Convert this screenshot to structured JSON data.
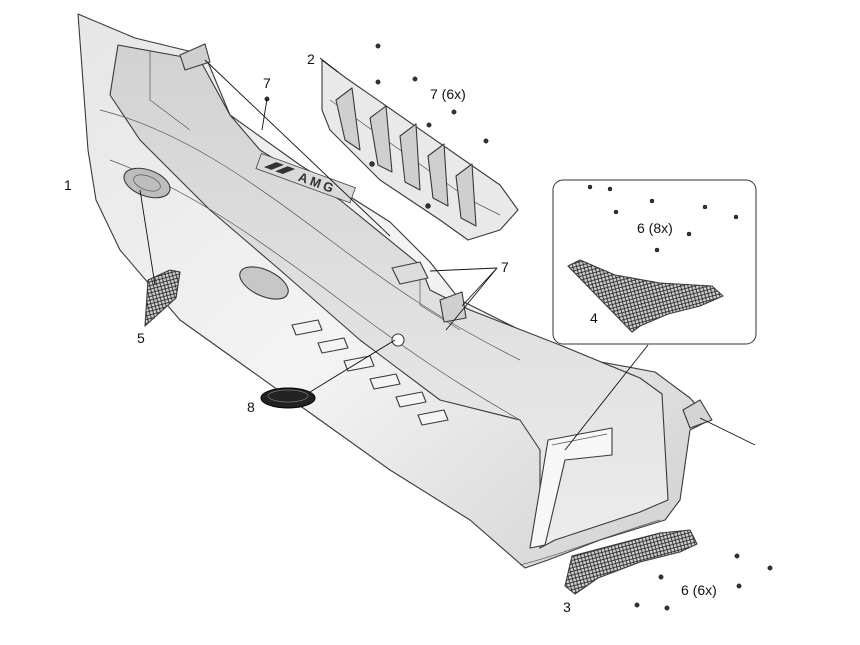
{
  "diagram": {
    "callouts": [
      {
        "id": "1",
        "text": "1"
      },
      {
        "id": "2",
        "text": "2"
      },
      {
        "id": "3",
        "text": "3"
      },
      {
        "id": "4",
        "text": "4"
      },
      {
        "id": "5",
        "text": "5"
      },
      {
        "id": "7a",
        "text": "7"
      },
      {
        "id": "7b",
        "text": "7 (6x)"
      },
      {
        "id": "7c",
        "text": "7"
      },
      {
        "id": "6a",
        "text": "6 (8x)"
      },
      {
        "id": "6b",
        "text": "6 (6x)"
      },
      {
        "id": "8",
        "text": "8"
      }
    ],
    "emblem_text": "AMG"
  }
}
